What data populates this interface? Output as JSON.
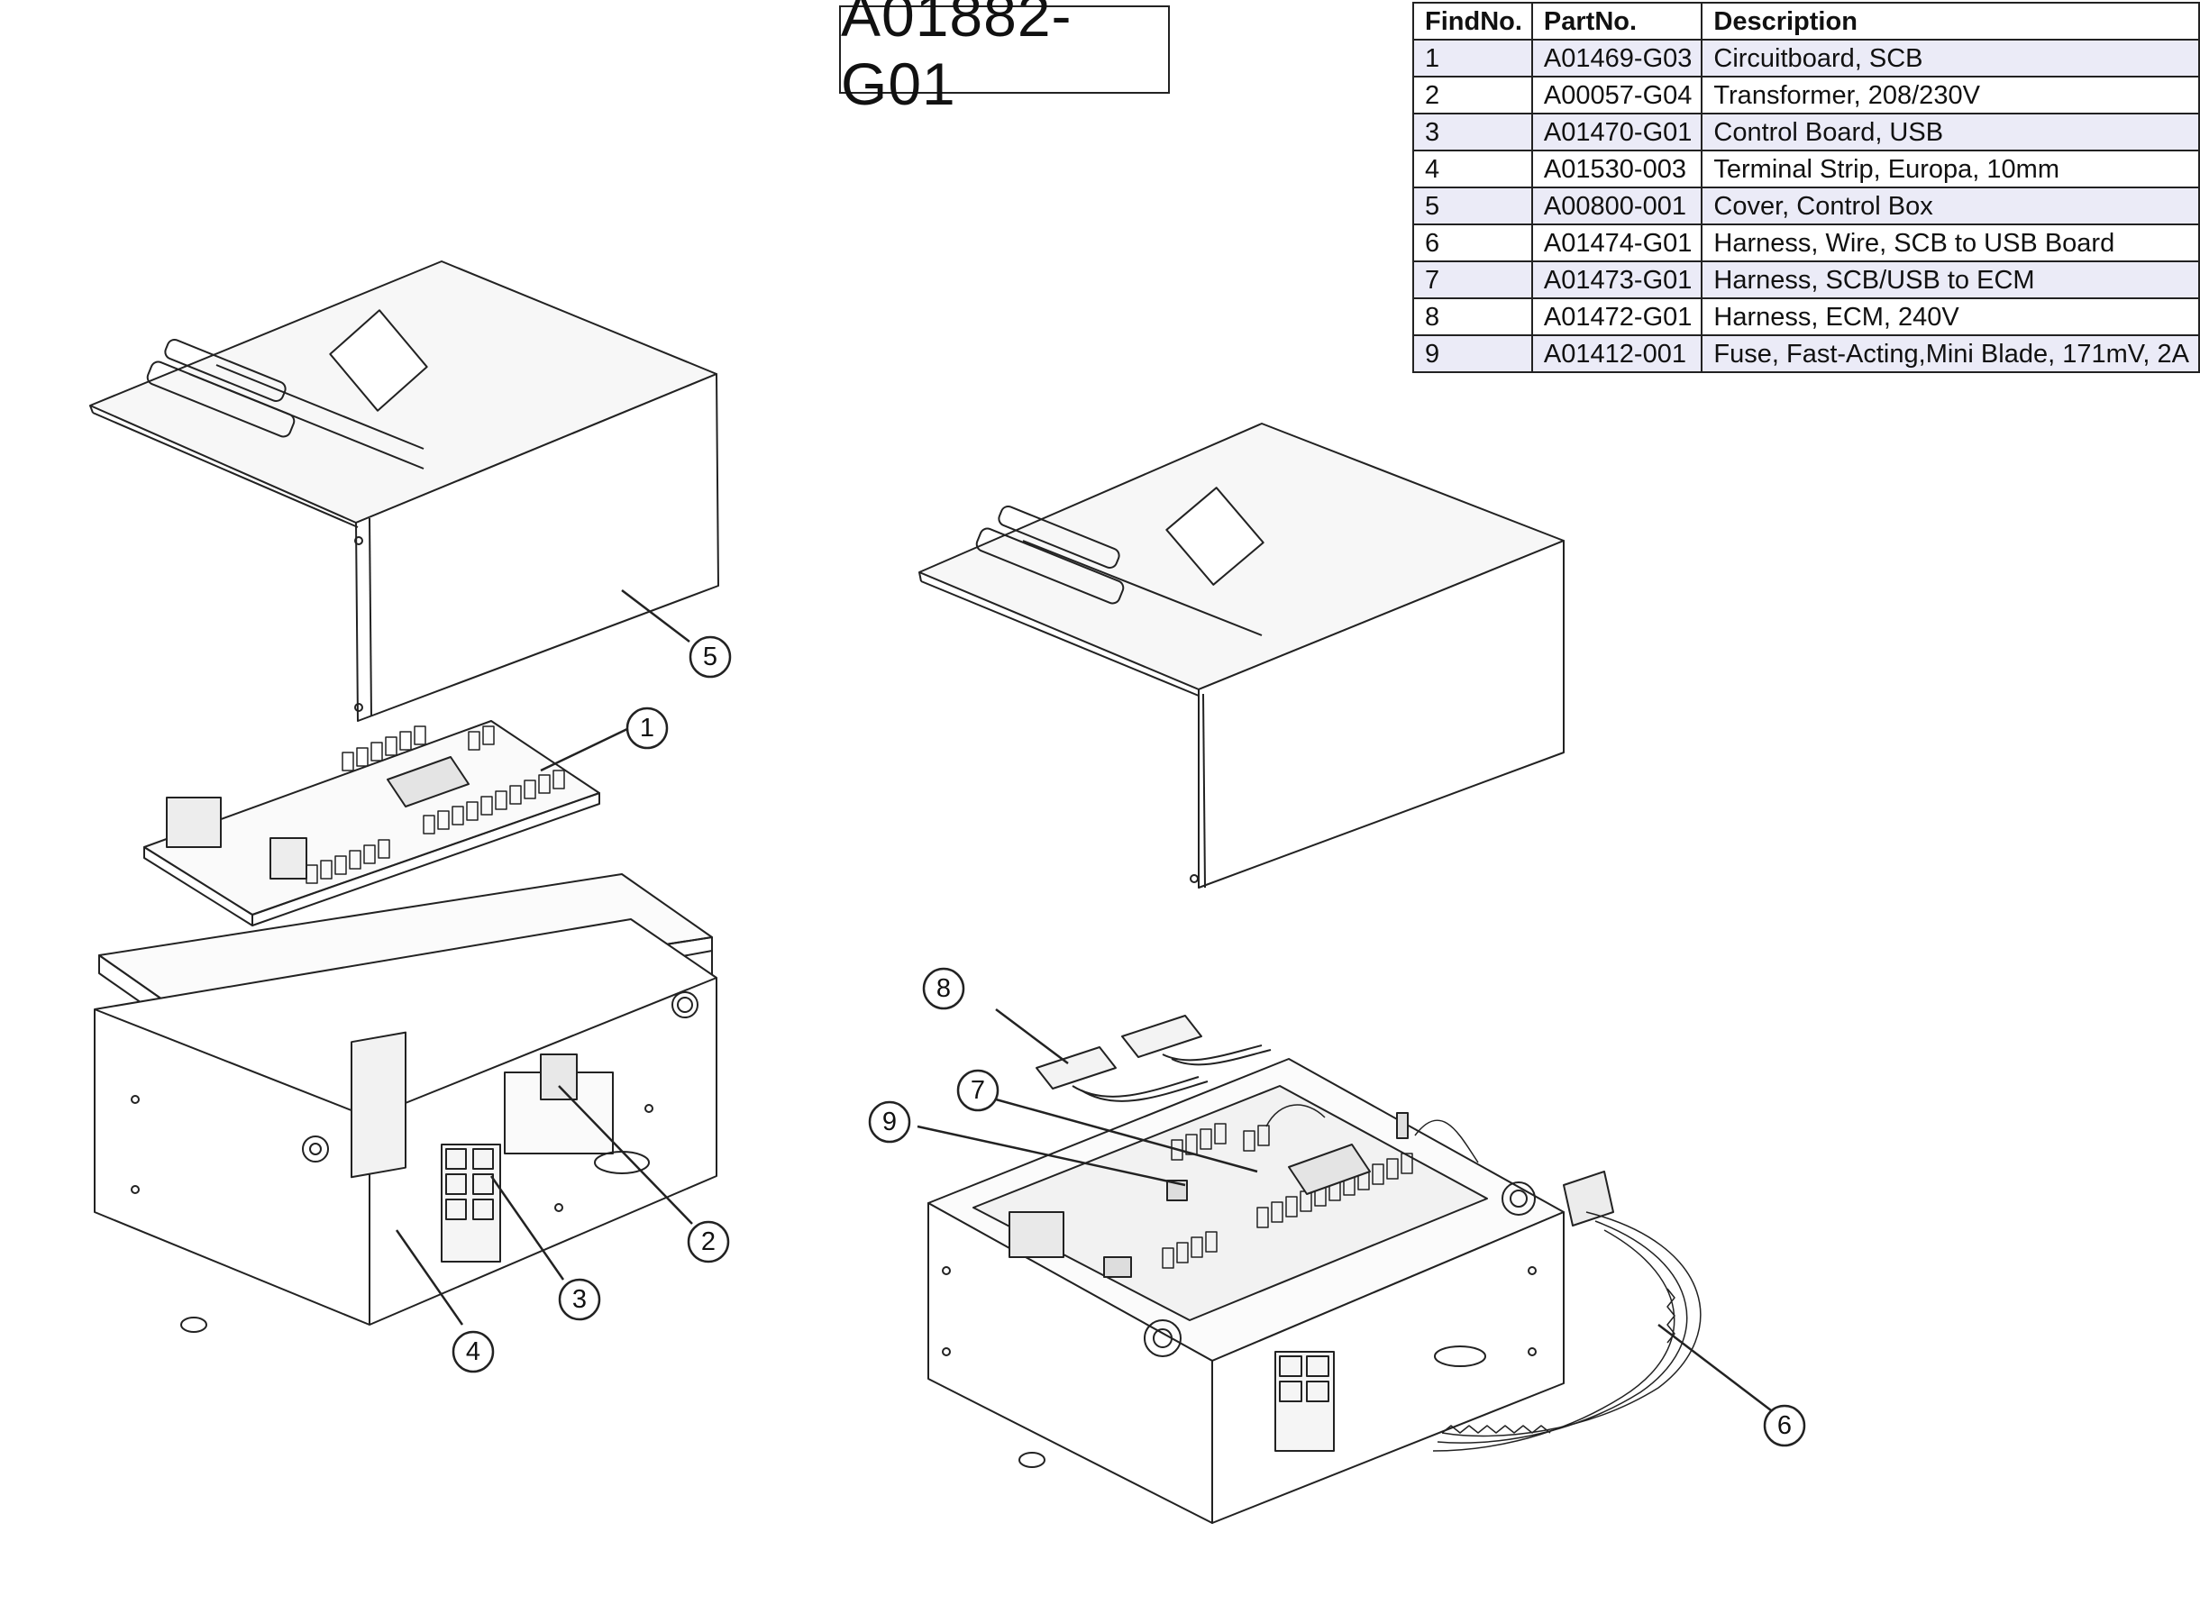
{
  "drawing": {
    "number": "A01882-G01"
  },
  "parts_table": {
    "headers": [
      "FindNo.",
      "PartNo.",
      "Description"
    ],
    "rows": [
      {
        "find": "1",
        "part": "A01469-G03",
        "desc": "Circuitboard, SCB"
      },
      {
        "find": "2",
        "part": "A00057-G04",
        "desc": "Transformer, 208/230V"
      },
      {
        "find": "3",
        "part": "A01470-G01",
        "desc": "Control Board, USB"
      },
      {
        "find": "4",
        "part": "A01530-003",
        "desc": "Terminal Strip, Europa, 10mm"
      },
      {
        "find": "5",
        "part": "A00800-001",
        "desc": "Cover, Control Box"
      },
      {
        "find": "6",
        "part": "A01474-G01",
        "desc": "Harness, Wire, SCB to USB Board"
      },
      {
        "find": "7",
        "part": "A01473-G01",
        "desc": "Harness, SCB/USB to ECM"
      },
      {
        "find": "8",
        "part": "A01472-G01",
        "desc": "Harness, ECM, 240V"
      },
      {
        "find": "9",
        "part": "A01412-001",
        "desc": "Fuse, Fast-Acting,Mini Blade, 171mV, 2A"
      }
    ]
  },
  "callouts": {
    "c1": "1",
    "c2": "2",
    "c3": "3",
    "c4": "4",
    "c5": "5",
    "c6": "6",
    "c7": "7",
    "c8": "8",
    "c9": "9"
  }
}
